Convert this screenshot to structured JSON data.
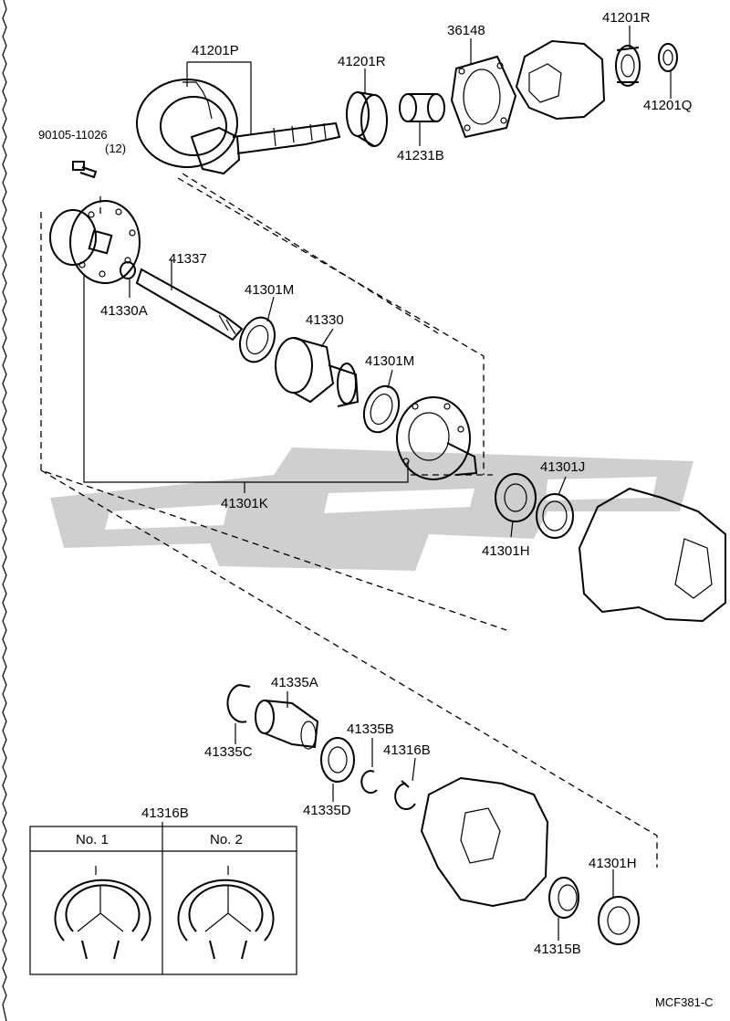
{
  "diagram": {
    "parts": {
      "p41201P": "41201P",
      "p41201R_a": "41201R",
      "p36148": "36148",
      "p41201R_b": "41201R",
      "p41201Q": "41201Q",
      "p41231B": "41231B",
      "bolt_no": "90105-11026",
      "bolt_qty": "(12)",
      "p41337": "41337",
      "p41301M_a": "41301M",
      "p41330A": "41330A",
      "p41330": "41330",
      "p41301M_b": "41301M",
      "p41301J": "41301J",
      "p41301K": "41301K",
      "p41301H_a": "41301H",
      "p41335A": "41335A",
      "p41335C": "41335C",
      "p41335B": "41335B",
      "p41316B_a": "41316B",
      "p41335D": "41335D",
      "p41316B_b": "41316B",
      "p41301H_b": "41301H",
      "p41315B": "41315B"
    },
    "inset": {
      "no1": "No. 1",
      "no2": "No. 2"
    },
    "code": "MCF381-C"
  },
  "colors": {
    "line": "#000000",
    "watermark": "#cfcfcf"
  }
}
